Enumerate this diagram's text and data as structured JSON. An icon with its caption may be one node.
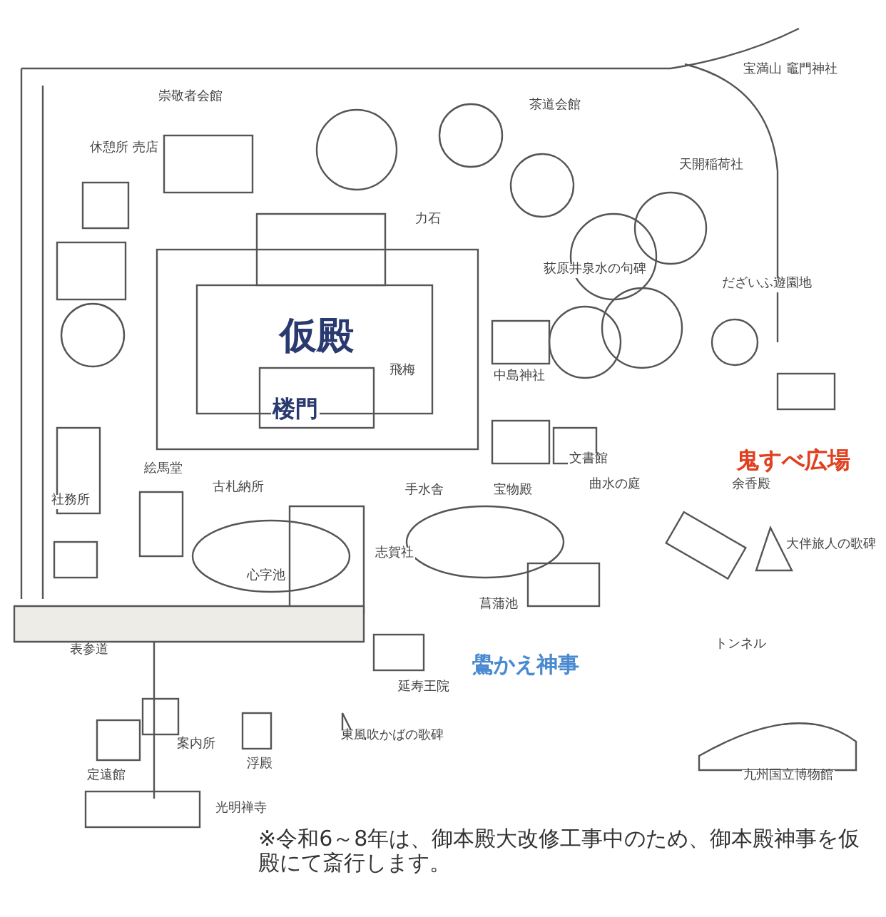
{
  "diagram": {
    "labels": [
      "崇敬者会館",
      "茶道会館",
      "宝満山 竈門神社",
      "休憩所 売店",
      "天開稲荷社",
      "力石",
      "荻原井泉水の句碑",
      "だざいふ遊園地",
      "仮殿",
      "飛梅",
      "楼門",
      "中島神社",
      "社務所",
      "絵馬堂",
      "古札納所",
      "手水舎",
      "宝物殿",
      "文書館",
      "曲水の庭",
      "鬼すべ広場",
      "余香殿",
      "志賀社",
      "心字池",
      "大伴旅人の歌碑",
      "菖蒲池",
      "トンネル",
      "表参道",
      "延寿王院",
      "鷽かえ神事",
      "東風吹かばの歌碑",
      "案内所",
      "浮殿",
      "定遠館",
      "光明禅寺",
      "九州国立博物館",
      "※令和6～8年は、御本殿大改修工事中のため、御本殿神事を仮殿にて斎行します。"
    ]
  }
}
